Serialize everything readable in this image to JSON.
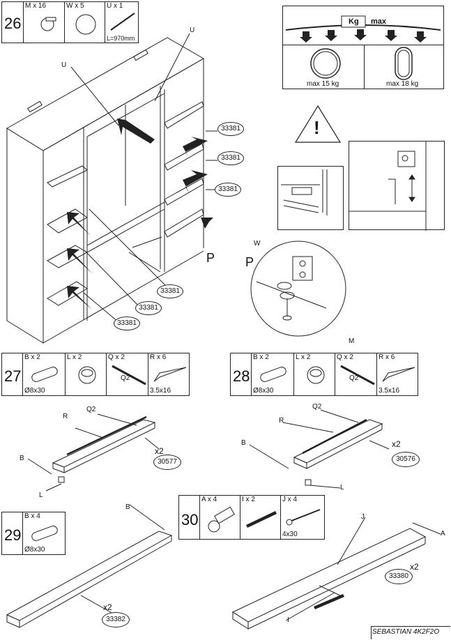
{
  "step26": {
    "number": "26",
    "parts": [
      {
        "code": "M x 16"
      },
      {
        "code": "W x 5"
      },
      {
        "code": "U x 1",
        "note": "L=970mm"
      }
    ],
    "labels": {
      "u1": "U",
      "u2": "U",
      "p": "P"
    },
    "part_numbers": [
      "33381",
      "33381",
      "33381",
      "33381",
      "33381",
      "33381"
    ]
  },
  "load": {
    "unit": "Kg",
    "max": "max",
    "round": "max 15 kg",
    "oval": "max 18 kg"
  },
  "warning": {
    "symbol": "!"
  },
  "detail": {
    "label": "P",
    "w": "W",
    "m": "M"
  },
  "step27": {
    "number": "27",
    "parts": [
      {
        "code": "B x 2",
        "note": "Ø8x30"
      },
      {
        "code": "L x 2"
      },
      {
        "code": "Q x 2",
        "note": "Q2"
      },
      {
        "code": "R x 6",
        "note": "3.5x16"
      }
    ],
    "callouts": {
      "r": "R",
      "q2": "Q2",
      "b": "B",
      "l": "L",
      "qty": "x2"
    },
    "part_number": "30577"
  },
  "step28": {
    "number": "28",
    "parts": [
      {
        "code": "B x 2",
        "note": "Ø8x30"
      },
      {
        "code": "L x 2"
      },
      {
        "code": "Q x 2",
        "note": "Q2"
      },
      {
        "code": "R x 6",
        "note": "3.5x16"
      }
    ],
    "callouts": {
      "r": "R",
      "q2": "Q2",
      "b": "B",
      "l": "L",
      "qty": "x2"
    },
    "part_number": "30576"
  },
  "step29": {
    "number": "29",
    "parts": [
      {
        "code": "B x 4",
        "note": "Ø8x30"
      }
    ],
    "callouts": {
      "b": "B",
      "qty": "x2"
    },
    "part_number": "33382"
  },
  "step30": {
    "number": "30",
    "parts": [
      {
        "code": "A x 4"
      },
      {
        "code": "I x 2"
      },
      {
        "code": "J x 4",
        "note": "4x30"
      }
    ],
    "callouts": {
      "j": "J",
      "a": "A",
      "i": "I",
      "qty": "x2"
    },
    "part_number": "33380"
  },
  "footer": "SEBASTIAN 4K2F2O"
}
